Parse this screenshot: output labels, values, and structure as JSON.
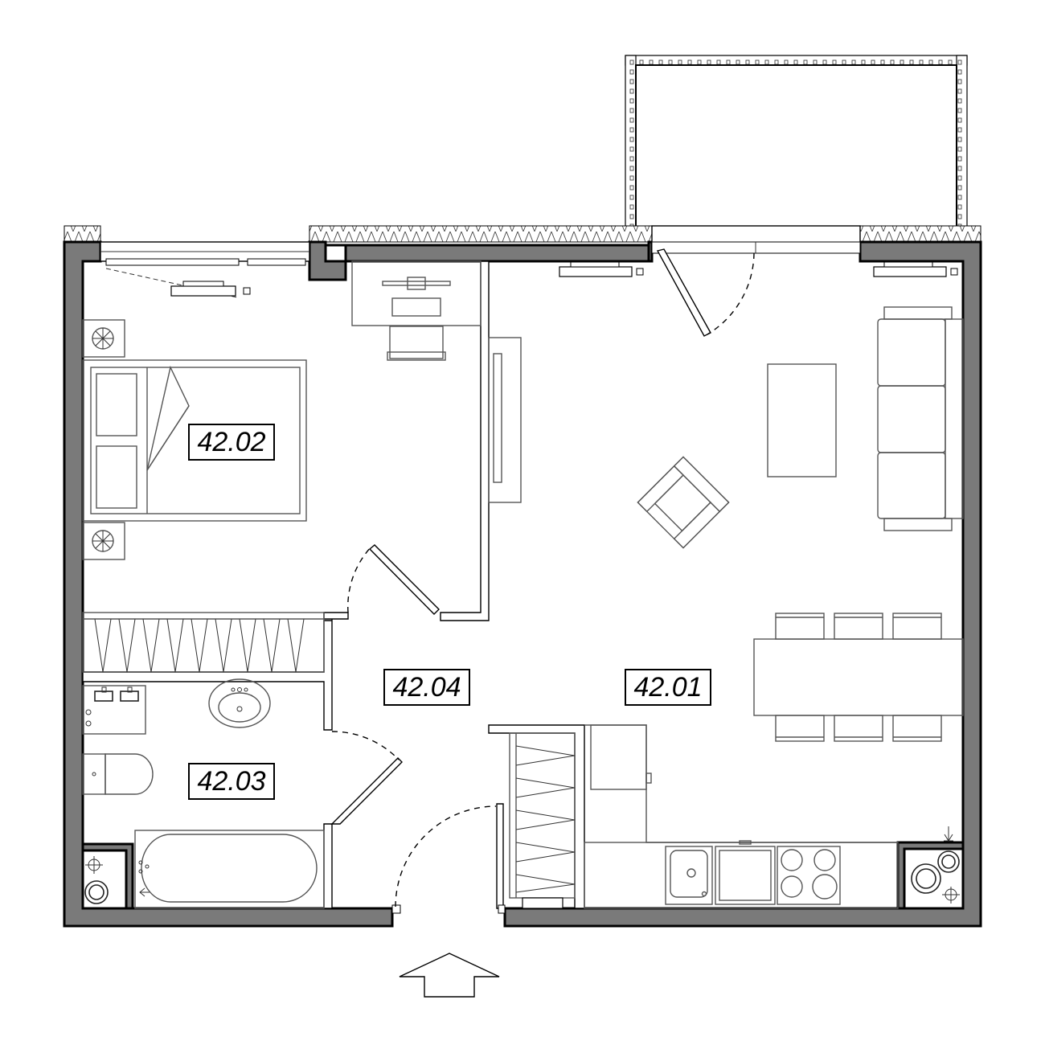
{
  "plan": {
    "colors": {
      "wall": "#7a7a7a",
      "outline": "#000000",
      "furniture": "#555555",
      "background": "#ffffff"
    },
    "rooms": [
      {
        "id": "living",
        "label": "42.01"
      },
      {
        "id": "bedroom",
        "label": "42.02"
      },
      {
        "id": "bathroom",
        "label": "42.03"
      },
      {
        "id": "hall",
        "label": "42.04"
      }
    ],
    "icons": [
      "entrance-arrow-icon",
      "drain-arrow-icon",
      "ventilation-fan-icon",
      "radiator-icon"
    ]
  }
}
